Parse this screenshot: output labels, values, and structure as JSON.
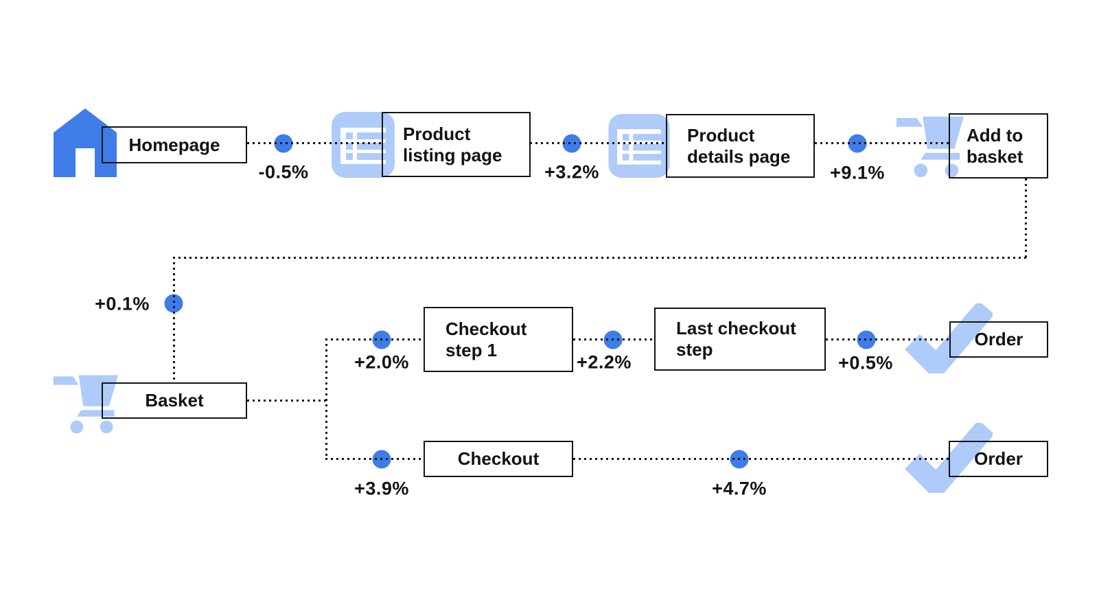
{
  "title": "E-commerce conversion flow diagram",
  "palette": {
    "blue": "#3e7de8",
    "light_blue": "#aecbfa",
    "ink": "#131313",
    "background": "#ffffff"
  },
  "nodes": {
    "homepage": "Homepage",
    "product_listing": "Product listing page",
    "product_details": "Product details page",
    "add_to_basket": "Add to basket",
    "basket": "Basket",
    "checkout_step_1": "Checkout step 1",
    "last_checkout_step": "Last checkout step",
    "order_top": "Order",
    "checkout": "Checkout",
    "order_bottom": "Order"
  },
  "icons": {
    "homepage": "home-icon",
    "product_listing": "list-page-icon",
    "product_details": "list-page-icon",
    "add_to_basket": "cart-icon",
    "basket": "cart-icon",
    "order_top": "check-icon",
    "order_bottom": "check-icon"
  },
  "edges": [
    {
      "from": "Homepage",
      "to": "Product listing page",
      "delta": "-0.5%"
    },
    {
      "from": "Product listing page",
      "to": "Product details page",
      "delta": "+3.2%"
    },
    {
      "from": "Product details page",
      "to": "Add to basket",
      "delta": "+9.1%"
    },
    {
      "from": "Add to basket",
      "to": "Basket",
      "delta": "+0.1%"
    },
    {
      "from": "Basket",
      "to": "Checkout step 1",
      "delta": "+2.0%"
    },
    {
      "from": "Checkout step 1",
      "to": "Last checkout step",
      "delta": "+2.2%"
    },
    {
      "from": "Last checkout step",
      "to": "Order",
      "delta": "+0.5%"
    },
    {
      "from": "Basket",
      "to": "Checkout",
      "delta": "+3.9%"
    },
    {
      "from": "Checkout",
      "to": "Order",
      "delta": "+4.7%"
    }
  ]
}
